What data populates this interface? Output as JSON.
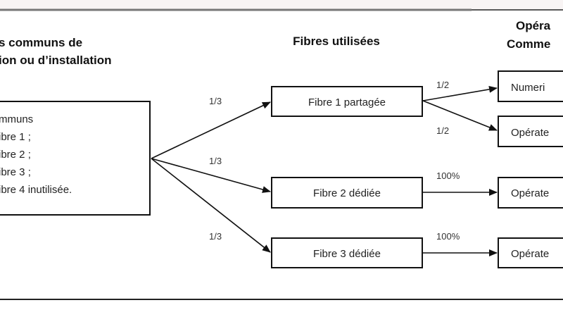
{
  "headers": {
    "left_line1": "s communs de",
    "left_line2": "ion ou d’installation",
    "middle": "Fibres utilisées",
    "right_line1": "Opéra",
    "right_line2": "Comme"
  },
  "left_box": {
    "lines": [
      "mmuns",
      "ibre 1 ;",
      "ibre 2 ;",
      "ibre 3 ;",
      "ibre 4 inutilisée."
    ]
  },
  "fibres": [
    {
      "label": "Fibre 1 partagée",
      "share": "1/3"
    },
    {
      "label": "Fibre 2 dédiée",
      "share": "1/3"
    },
    {
      "label": "Fibre 3 dédiée",
      "share": "1/3"
    }
  ],
  "operators": [
    {
      "label": "Numeri",
      "share": "1/2"
    },
    {
      "label": "Opérate",
      "share": "1/2"
    },
    {
      "label": "Opérate",
      "share": "100%"
    },
    {
      "label": "Opérate",
      "share": "100%"
    }
  ]
}
